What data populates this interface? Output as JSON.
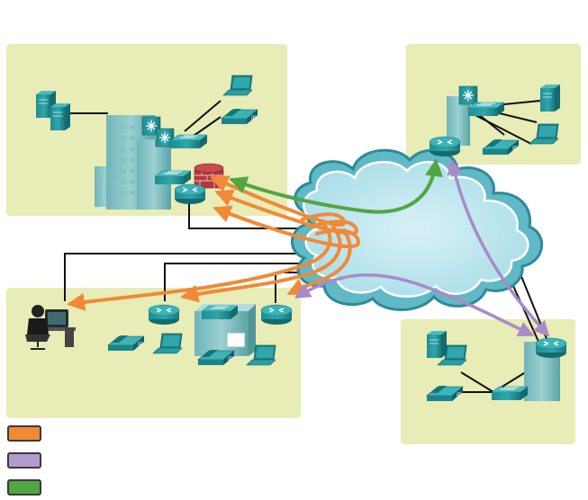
{
  "diagram": {
    "regions": [
      {
        "id": "headquarters"
      },
      {
        "id": "branch-top-right"
      },
      {
        "id": "branch-bottom-right"
      },
      {
        "id": "teleworker-and-branch"
      }
    ],
    "cloud": {
      "name": "internet-cloud"
    },
    "device_labels": {
      "ip_phone": "IP"
    },
    "flows": [
      {
        "color_key": "orange",
        "color": "#f08a36",
        "count": 6
      },
      {
        "color_key": "purple",
        "color": "#a98ac9",
        "count": 3
      },
      {
        "color_key": "green",
        "color": "#52a641",
        "count": 1
      }
    ]
  },
  "legend": [
    {
      "color_key": "orange",
      "color": "#f08a36",
      "label": ""
    },
    {
      "color_key": "purple",
      "color": "#b49ad1",
      "label": ""
    },
    {
      "color_key": "green",
      "color": "#52a641",
      "label": ""
    }
  ],
  "icons": {
    "router": "router-icon",
    "switch": "switch-icon",
    "firewall": "firewall-icon",
    "server": "server-icon",
    "laptop": "laptop-icon",
    "ip_phone": "ip-phone-icon",
    "building": "building-icon",
    "teleworker": "teleworker-icon",
    "cloud": "cloud-icon"
  }
}
